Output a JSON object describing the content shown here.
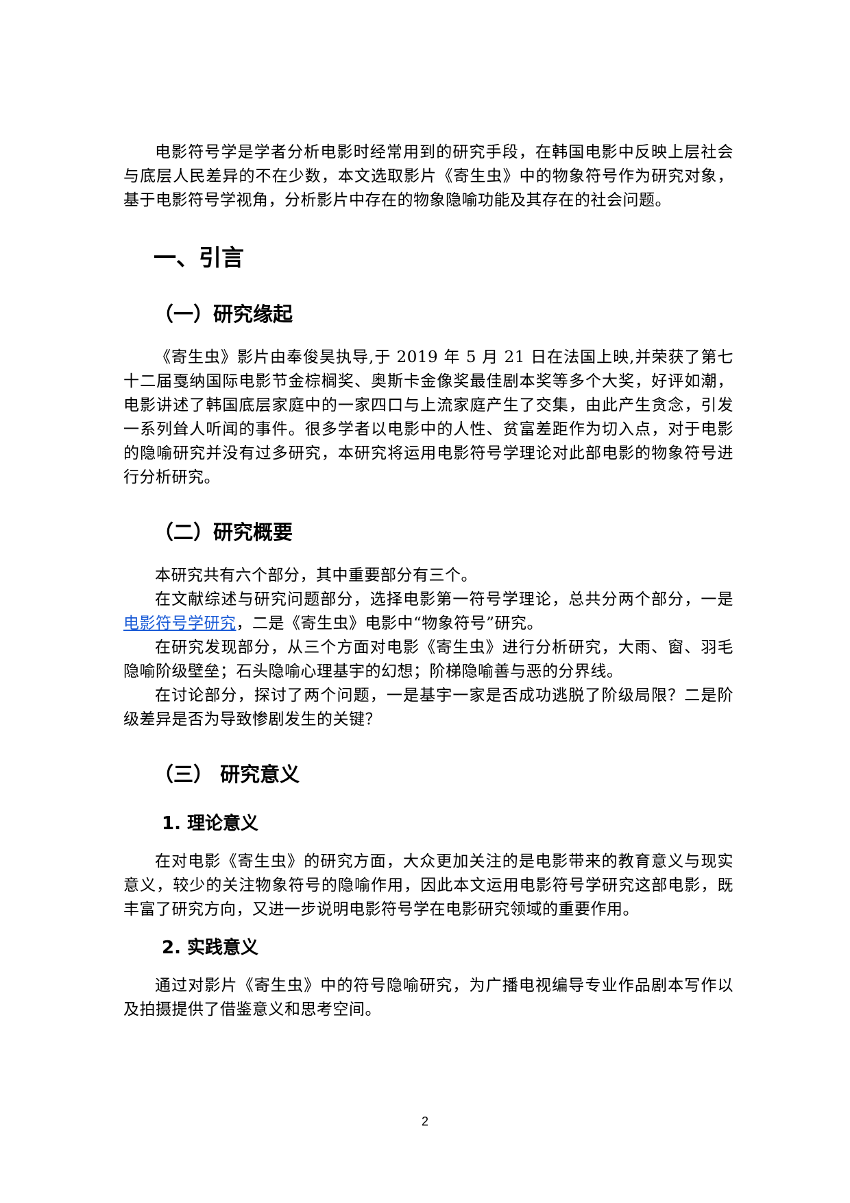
{
  "abstract": {
    "text": "电影符号学是学者分析电影时经常用到的研究手段，在韩国电影中反映上层社会与底层人民差异的不在少数，本文选取影片《寄生虫》中的物象符号作为研究对象，基于电影符号学视角，分析影片中存在的物象隐喻功能及其存在的社会问题。"
  },
  "section1": {
    "title": "一、引言",
    "sub1": {
      "title": "（一）研究缘起",
      "text": "《寄生虫》影片由奉俊昊执导,于 2019 年 5 月 21 日在法国上映,并荣获了第七十二届戛纳国际电影节金棕榈奖、奥斯卡金像奖最佳剧本奖等多个大奖，好评如潮，电影讲述了韩国底层家庭中的一家四口与上流家庭产生了交集，由此产生贪念，引发一系列耸人听闻的事件。很多学者以电影中的人性、贫富差距作为切入点，对于电影的隐喻研究并没有过多研究，本研究将运用电影符号学理论对此部电影的物象符号进行分析研究。"
    },
    "sub2": {
      "title": "（二）研究概要",
      "p1": "本研究共有六个部分，其中重要部分有三个。",
      "p2_before": "在文献综述与研究问题部分，选择电影第一符号学理论，总共分两个部分，一是",
      "p2_link": "电影符号学研究",
      "p2_after": "，二是《寄生虫》电影中“物象符号”研究。",
      "p3": "在研究发现部分，从三个方面对电影《寄生虫》进行分析研究，大雨、窗、羽毛隐喻阶级壁垒；石头隐喻心理基宇的幻想；阶梯隐喻善与恶的分界线。",
      "p4": "在讨论部分，探讨了两个问题，一是基宇一家是否成功逃脱了阶级局限？二是阶级差异是否为导致惨剧发生的关键？"
    },
    "sub3": {
      "title": "（三） 研究意义",
      "theory": {
        "title": "1. 理论意义",
        "text": "在对电影《寄生虫》的研究方面，大众更加关注的是电影带来的教育意义与现实意义，较少的关注物象符号的隐喻作用，因此本文运用电影符号学研究这部电影，既丰富了研究方向，又进一步说明电影符号学在电影研究领域的重要作用。"
      },
      "practice": {
        "title": "2. 实践意义",
        "text": "通过对影片《寄生虫》中的符号隐喻研究，为广播电视编导专业作品剧本写作以及拍摄提供了借鉴意义和思考空间。"
      }
    }
  },
  "footer": {
    "page_number": "2"
  },
  "colors": {
    "link": "#1a5bd6",
    "text": "#000000"
  }
}
